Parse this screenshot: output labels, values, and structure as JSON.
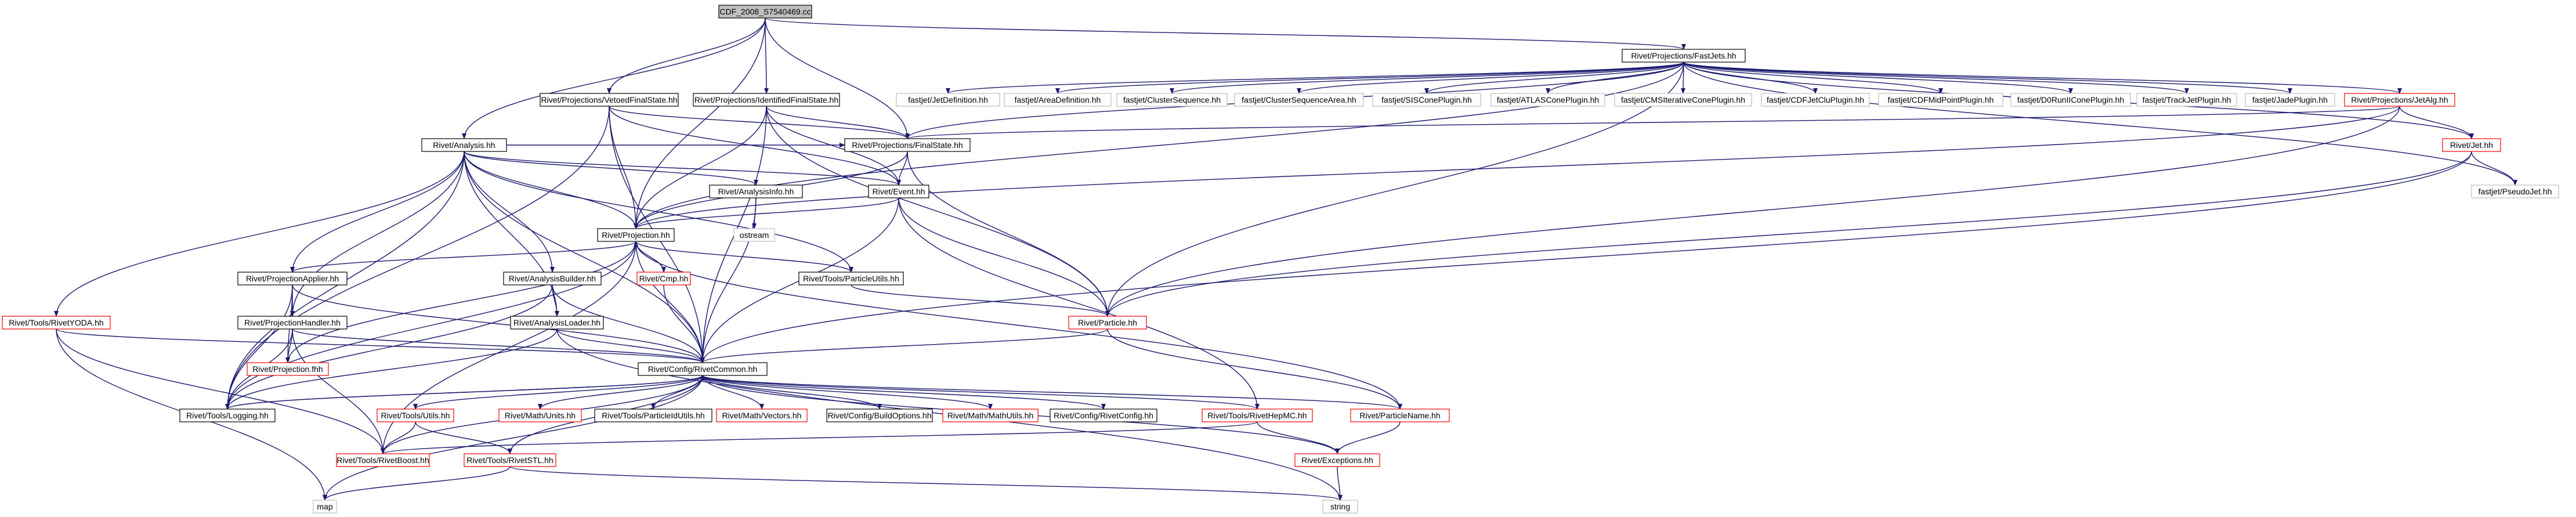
{
  "colors": {
    "edge": "#191970",
    "root_fill": "#bfbfbf",
    "root_border": "#000000",
    "documented_border": "#000000",
    "undocumented_border": "#ff0000",
    "external_border": "#bfbfbf",
    "text": "#000000",
    "background": "#ffffff"
  },
  "nodes": {
    "root": "CDF_2008_S7540469.cc",
    "fastjets": "Rivet/Projections/FastJets.hh",
    "vetoed": "Rivet/Projections/VetoedFinalState.hh",
    "identified": "Rivet/Projections/IdentifiedFinalState.hh",
    "fj_jetdef": "fastjet/JetDefinition.hh",
    "fj_areadef": "fastjet/AreaDefinition.hh",
    "fj_clseq": "fastjet/ClusterSequence.hh",
    "fj_clseqarea": "fastjet/ClusterSequenceArea.hh",
    "fj_siscone": "fastjet/SISConePlugin.hh",
    "fj_atlas": "fastjet/ATLASConePlugin.hh",
    "fj_cmsiter": "fastjet/CMSIterativeConePlugin.hh",
    "fj_cdfjetclu": "fastjet/CDFJetCluPlugin.hh",
    "fj_cdfmidpoint": "fastjet/CDFMidPointPlugin.hh",
    "fj_d0run2": "fastjet/D0RunIIConePlugin.hh",
    "fj_trackjet": "fastjet/TrackJetPlugin.hh",
    "fj_jade": "fastjet/JadePlugin.hh",
    "jetalg": "Rivet/Projections/JetAlg.hh",
    "analysis": "Rivet/Analysis.hh",
    "finalstate": "Rivet/Projections/FinalState.hh",
    "jet": "Rivet/Jet.hh",
    "analysisinfo": "Rivet/AnalysisInfo.hh",
    "event": "Rivet/Event.hh",
    "pseudojet": "fastjet/PseudoJet.hh",
    "ostream": "ostream",
    "projection": "Rivet/Projection.hh",
    "cmp": "Rivet/Cmp.hh",
    "projectionapplier": "Rivet/ProjectionApplier.hh",
    "analysisbuilder": "Rivet/AnalysisBuilder.hh",
    "particleutils": "Rivet/Tools/ParticleUtils.hh",
    "rivetyoda": "Rivet/Tools/RivetYODA.hh",
    "projectionhandler": "Rivet/ProjectionHandler.hh",
    "analysisloader": "Rivet/AnalysisLoader.hh",
    "particle": "Rivet/Particle.hh",
    "projectionfhh": "Rivet/Projection.fhh",
    "rivetcommon": "Rivet/Config/RivetCommon.hh",
    "logging": "Rivet/Tools/Logging.hh",
    "toolsutils": "Rivet/Tools/Utils.hh",
    "mathunits": "Rivet/Math/Units.hh",
    "particleidutils": "Rivet/Tools/ParticleIdUtils.hh",
    "mathvectors": "Rivet/Math/Vectors.hh",
    "buildoptions": "Rivet/Config/BuildOptions.hh",
    "mathutils": "Rivet/Math/MathUtils.hh",
    "rivetconfig": "Rivet/Config/RivetConfig.hh",
    "rivethepmc": "Rivet/Tools/RivetHepMC.hh",
    "particlename": "Rivet/ParticleName.hh",
    "rivetboost": "Rivet/Tools/RivetBoost.hh",
    "rivetstl": "Rivet/Tools/RivetSTL.hh",
    "exceptions": "Rivet/Exceptions.hh",
    "map": "map",
    "string": "string"
  }
}
